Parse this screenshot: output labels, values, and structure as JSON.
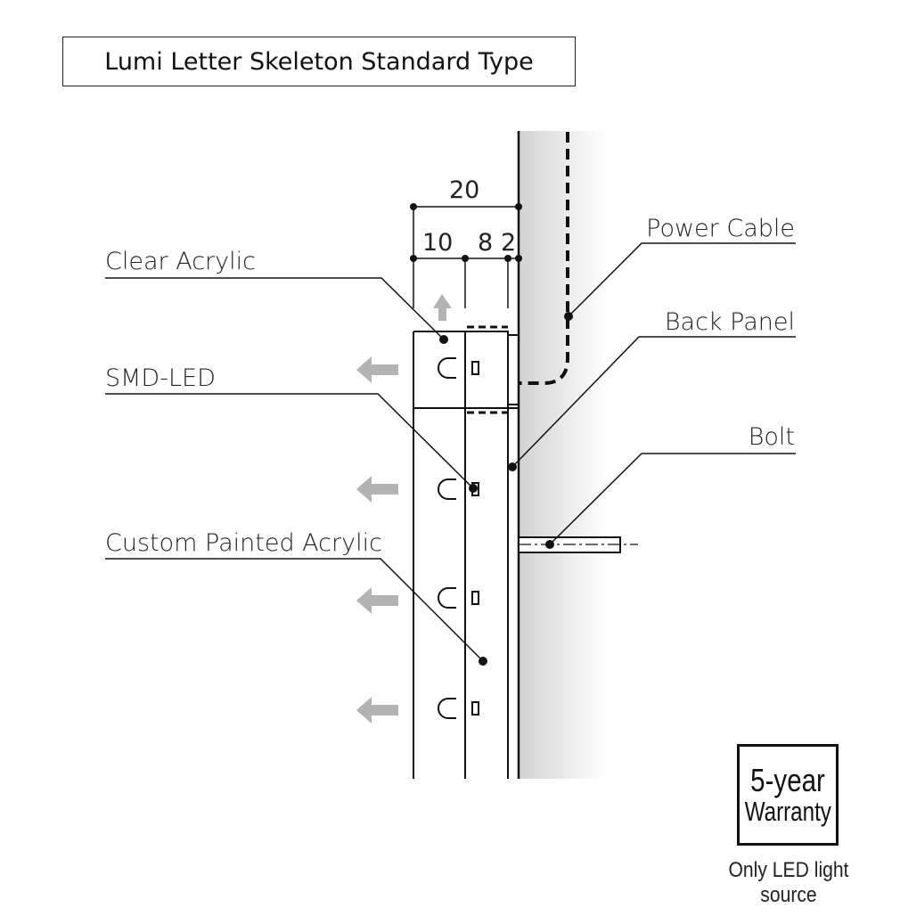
{
  "title": "Lumi Letter Skeleton Standard Type",
  "dimensions": {
    "total": "20",
    "d1": "10",
    "d2": "8",
    "d3": "2"
  },
  "labels": {
    "clear_acrylic": "Clear Acrylic",
    "smd_led": "SMD-LED",
    "custom_painted_acrylic": "Custom Painted Acrylic",
    "power_cable": "Power Cable",
    "back_panel": "Back Panel",
    "bolt": "Bolt"
  },
  "warranty": {
    "line1": "5-year",
    "line2": "Warranty",
    "note": "Only LED light source"
  },
  "colors": {
    "line": "#111111",
    "arrow": "#b3b3b3",
    "wall_light": "#ffffff",
    "wall_dark": "#d6d6d6"
  }
}
